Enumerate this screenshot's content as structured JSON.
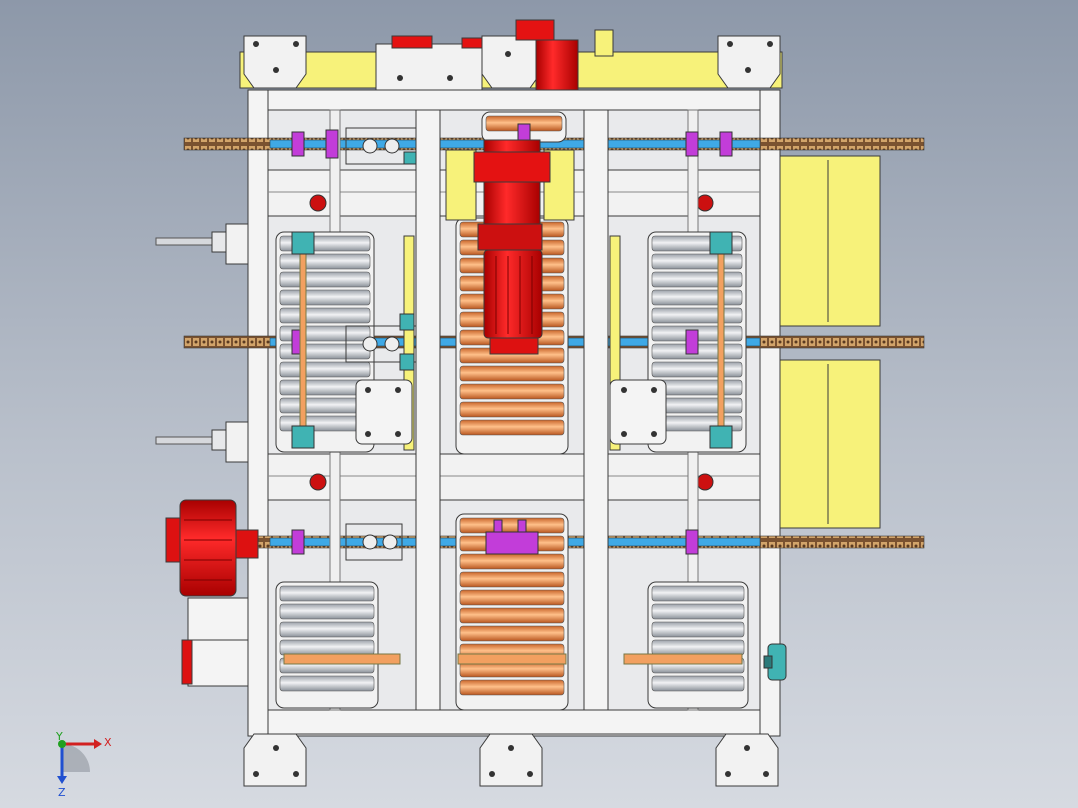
{
  "viewport": {
    "triad": {
      "x_label": "X",
      "y_label": "Y",
      "z_label": "Z"
    }
  },
  "colors": {
    "frame": "#f2f2f2",
    "outline": "#3a3a3a",
    "motor_red": "#e41212",
    "roller_orange": "#f2a060",
    "roller_grey": "#d2d4d8",
    "guard_yellow": "#f7f27a",
    "chain_brown": "#9b6a3c",
    "shaft_blue": "#3fa9e6",
    "bracket_magenta": "#c23dd9",
    "bearing_teal": "#40b3b3",
    "triad_x": "#d22020",
    "triad_y": "#20a020",
    "triad_z": "#2050d0"
  }
}
